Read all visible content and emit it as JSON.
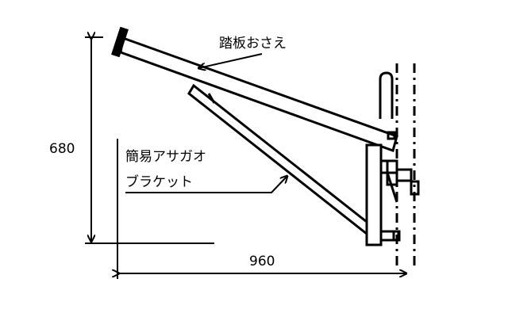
{
  "labels": {
    "board_holder": "踏板おさえ",
    "bracket_line1": "簡易アサガオ",
    "bracket_line2": "ブラケット",
    "height_dim": "680",
    "width_dim": "960"
  },
  "colors": {
    "line": "#000000",
    "background": "#ffffff"
  }
}
